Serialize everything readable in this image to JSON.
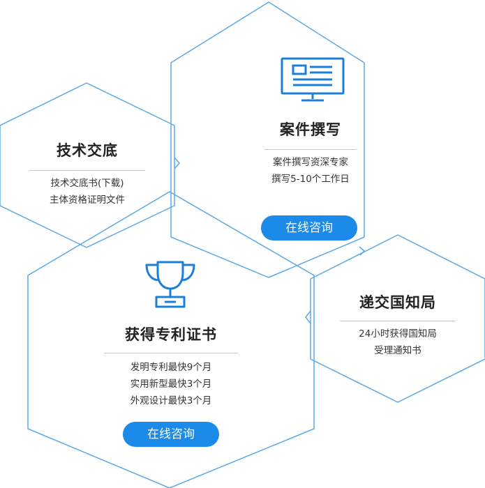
{
  "colors": {
    "hex_stroke": "#5aa9e6",
    "icon_blue": "#1b7fd8",
    "button_bg": "#1b8ae8",
    "rule": "#c8c8c8"
  },
  "nodes": [
    {
      "id": "tech-disclosure",
      "title": "技术交底",
      "lines": [
        "技术交底书(下载)",
        "主体资格证明文件"
      ]
    },
    {
      "id": "case-writing",
      "icon": "monitor-icon",
      "title": "案件撰写",
      "lines": [
        "案件撰写资深专家",
        "撰写5-10个工作日"
      ],
      "button": "在线咨询"
    },
    {
      "id": "submit-office",
      "title": "递交国知局",
      "lines": [
        "24小时获得国知局",
        "受理通知书"
      ]
    },
    {
      "id": "get-certificate",
      "icon": "trophy-icon",
      "title": "获得专利证书",
      "lines": [
        "发明专利最快9个月",
        "实用新型最快3个月",
        "外观设计最快3个月"
      ],
      "button": "在线咨询"
    }
  ]
}
